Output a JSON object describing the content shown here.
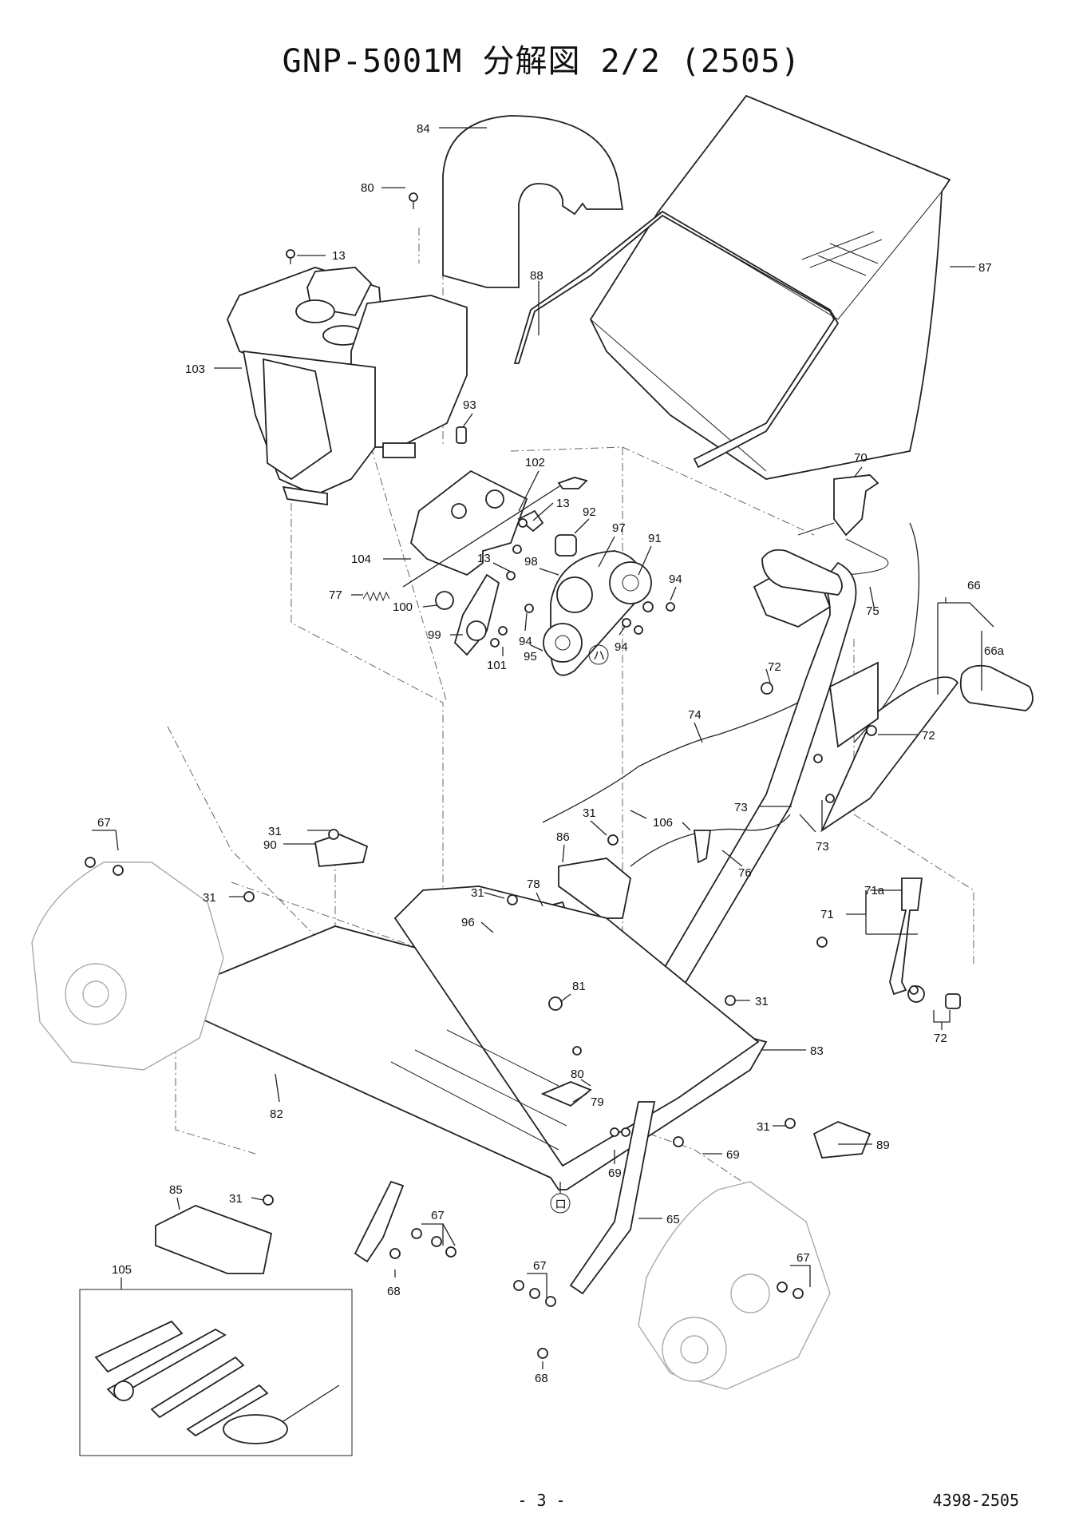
{
  "title": "GNP-5001M 分解図 2/2 (2505)",
  "footer": {
    "page": "- 3 -",
    "code": "4398-2505"
  },
  "callouts": {
    "c84": "84",
    "c80a": "80",
    "c13a": "13",
    "c87": "87",
    "c88": "88",
    "c103": "103",
    "c93": "93",
    "c102": "102",
    "c13b": "13",
    "c92": "92",
    "c97": "97",
    "c91": "91",
    "c70": "70",
    "c104": "104",
    "c13c": "13",
    "c98": "98",
    "c94a": "94",
    "c77": "77",
    "c100": "100",
    "c99": "99",
    "c94b": "94",
    "c94c": "94",
    "c95": "95",
    "c101": "101",
    "cha": "ハ",
    "c75": "75",
    "c66": "66",
    "c66a": "66a",
    "c72a": "72",
    "c74": "74",
    "c72b": "72",
    "c73a": "73",
    "c106": "106",
    "c73b": "73",
    "c31a": "31",
    "c67a": "67",
    "c90": "90",
    "c31b": "31",
    "c86": "86",
    "c76": "76",
    "c31c": "31",
    "c78": "78",
    "c31d": "31",
    "c96": "96",
    "c71a": "71a",
    "c71": "71",
    "c81": "81",
    "c31e": "31",
    "c72c": "72",
    "c83": "83",
    "c80b": "80",
    "c79": "79",
    "c82": "82",
    "c31f": "31",
    "c89": "89",
    "c69a": "69",
    "c69b": "69",
    "c85": "85",
    "c31g": "31",
    "c67b": "67",
    "cro": "ロ",
    "c65": "65",
    "c68a": "68",
    "c105": "105",
    "c67c": "67",
    "c67d": "67",
    "c68b": "68"
  }
}
